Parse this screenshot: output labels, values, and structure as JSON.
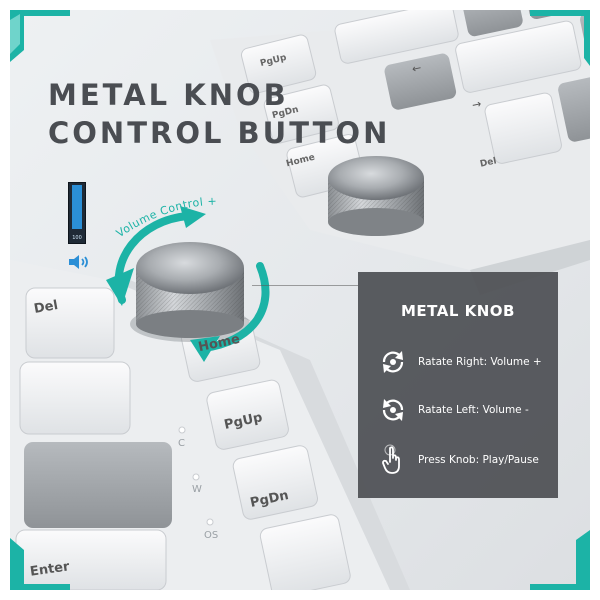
{
  "headline": {
    "line1": "METAL KNOB",
    "line2": "CONTROL BUTTON"
  },
  "volume_indicator": {
    "level_percent": 100,
    "level_label": "100",
    "icon": "speaker-icon"
  },
  "knob_label": "Volume Control +",
  "keycaps": [
    "Del",
    "Home",
    "PgUp",
    "PgDn",
    "PgUp",
    "PgDn",
    "Home",
    "Del",
    "Enter",
    "←",
    "→"
  ],
  "led_labels": [
    "C",
    "W",
    "OS"
  ],
  "panel": {
    "title": "METAL KNOB",
    "items": [
      {
        "icon": "rotate-right-icon",
        "text": "Ratate Right: Volume +"
      },
      {
        "icon": "rotate-left-icon",
        "text": "Ratate Left: Volume -"
      },
      {
        "icon": "press-finger-icon",
        "text": "Press Knob: Play/Pause"
      }
    ]
  },
  "colors": {
    "accent": "#1cb3a6",
    "panel": "#4e5054",
    "headline": "#4a4d52",
    "keycap_white": "#f4f5f6",
    "keycap_grey": "#a9adb1"
  }
}
